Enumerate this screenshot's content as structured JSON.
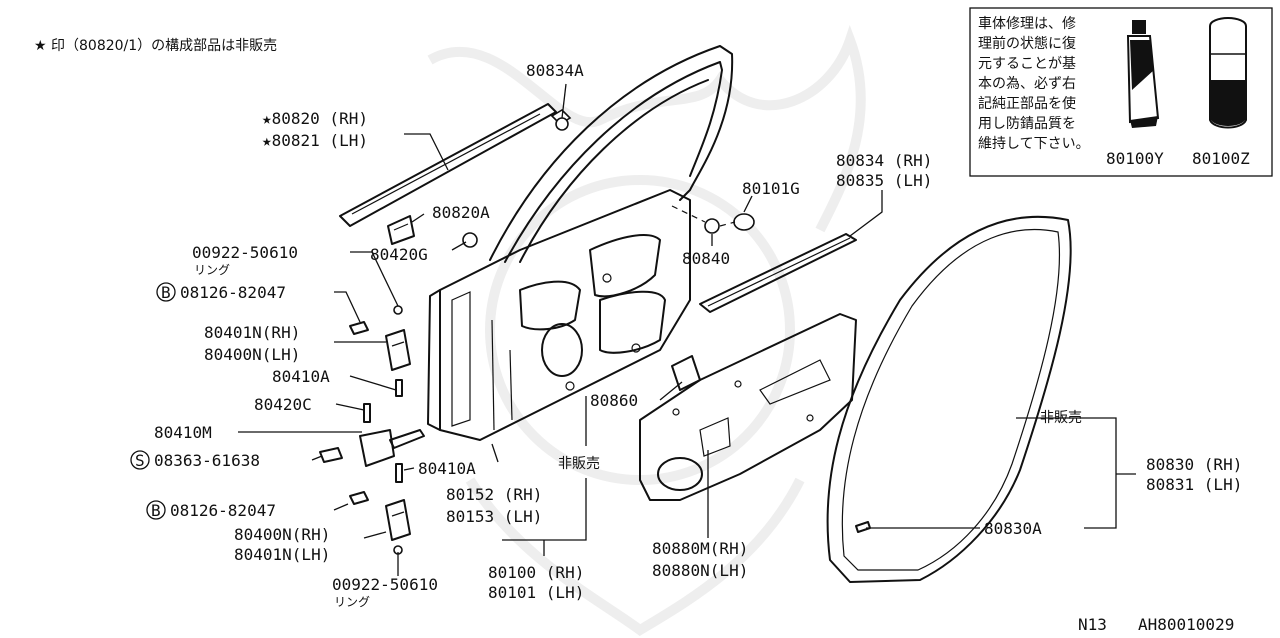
{
  "note_top": "★ 印（80820/1）の構成部品は非販売",
  "info_box": {
    "lines": [
      "車体修理は、修",
      "理前の状態に復",
      "元することが基",
      "本の為、必ず右",
      "記純正部品を使",
      "用し防錆品質を",
      "維持して下さい。"
    ],
    "tube_label": "80100Y",
    "can_label": "80100Z"
  },
  "labels": {
    "p80834A": "80834A",
    "p80820RH": "★80820 (RH)",
    "p80821LH": "★80821 (LH)",
    "p80820A": "80820A",
    "p80420G": "80420G",
    "p00922a": "00922-50610",
    "ring_a": "リング",
    "p08126a": "08126-82047",
    "circle_b_a": "B",
    "p80401N_RH": "80401N(RH)",
    "p80400N_LH": "80400N(LH)",
    "p80410A_a": "80410A",
    "p80420C": "80420C",
    "p80410M": "80410M",
    "circle_s": "S",
    "p08363": "08363-61638",
    "p80410A_b": "80410A",
    "circle_b_b": "B",
    "p08126b": "08126-82047",
    "p80400N_RH": "80400N(RH)",
    "p80401N_LH": "80401N(LH)",
    "p00922b": "00922-50610",
    "ring_b": "リング",
    "p80101G": "80101G",
    "p80840": "80840",
    "p80834RH": "80834 (RH)",
    "p80835LH": "80835 (LH)",
    "p80860": "80860",
    "not_sold_a": "非販売",
    "p80152RH": "80152 (RH)",
    "p80153LH": "80153 (LH)",
    "p80100RH": "80100 (RH)",
    "p80101LH": "80101 (LH)",
    "p80880M_RH": "80880M(RH)",
    "p80880N_LH": "80880N(LH)",
    "not_sold_b": "非販売",
    "p80830RH": "80830 (RH)",
    "p80831LH": "80831 (LH)",
    "p80830A": "80830A"
  },
  "footer": {
    "code_left": "N13",
    "code_right": "AH80010029"
  }
}
